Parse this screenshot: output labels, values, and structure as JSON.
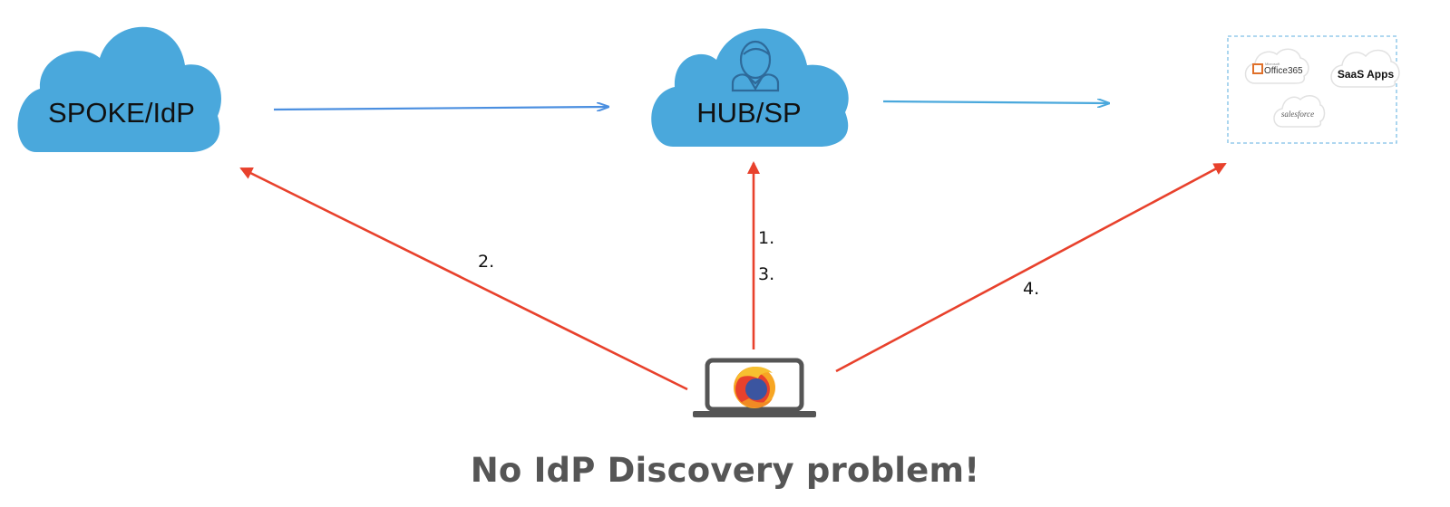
{
  "nodes": {
    "spoke": {
      "label": "SPOKE/IdP"
    },
    "hub": {
      "label": "HUB/SP"
    },
    "apps": {
      "office_label": "Office365",
      "office_small": "Microsoft",
      "saas_label": "SaaS Apps",
      "salesforce_label": "salesforce"
    }
  },
  "steps": {
    "step1": "1.",
    "step2": "2.",
    "step3": "3.",
    "step4": "4."
  },
  "caption": "No IdP Discovery problem!",
  "colors": {
    "cloud": "#4aa8dc",
    "blue_arrow": "#4b8fe0",
    "red_arrow": "#e8412c",
    "laptop": "#555555",
    "dashed_border": "#7fbfe6"
  },
  "icons": {
    "user": "user-icon",
    "browser": "firefox-icon",
    "laptop": "laptop-icon"
  }
}
